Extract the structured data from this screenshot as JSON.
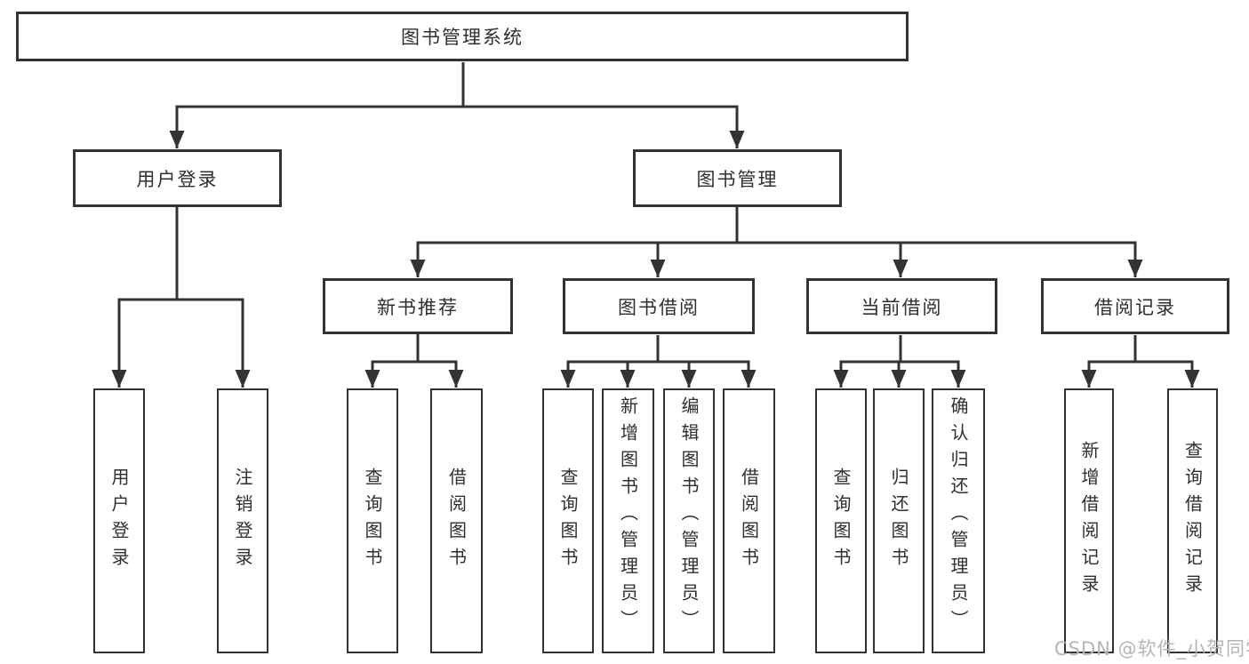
{
  "page": {
    "background": "#ffffff",
    "watermark": "CSDN @软件_小贺同学"
  },
  "colors": {
    "line": "#333333",
    "border": "#333333",
    "text": "#2f2f2f",
    "watermark": "#b5b5b5"
  },
  "tree": {
    "label": "图书管理系统",
    "children": [
      {
        "label": "用户登录",
        "children": [
          {
            "label": "用户登录"
          },
          {
            "label": "注销登录"
          }
        ]
      },
      {
        "label": "图书管理",
        "children": [
          {
            "label": "新书推荐",
            "children": [
              {
                "label": "查询图书"
              },
              {
                "label": "借阅图书"
              }
            ]
          },
          {
            "label": "图书借阅",
            "children": [
              {
                "label": "查询图书"
              },
              {
                "label": "新增图书（管理员）"
              },
              {
                "label": "编辑图书（管理员）"
              },
              {
                "label": "借阅图书"
              }
            ]
          },
          {
            "label": "当前借阅",
            "children": [
              {
                "label": "查询图书"
              },
              {
                "label": "归还图书"
              },
              {
                "label": "确认归还（管理员）"
              }
            ]
          },
          {
            "label": "借阅记录",
            "children": [
              {
                "label": "新增借阅记录"
              },
              {
                "label": "查询借阅记录"
              }
            ]
          }
        ]
      }
    ]
  }
}
